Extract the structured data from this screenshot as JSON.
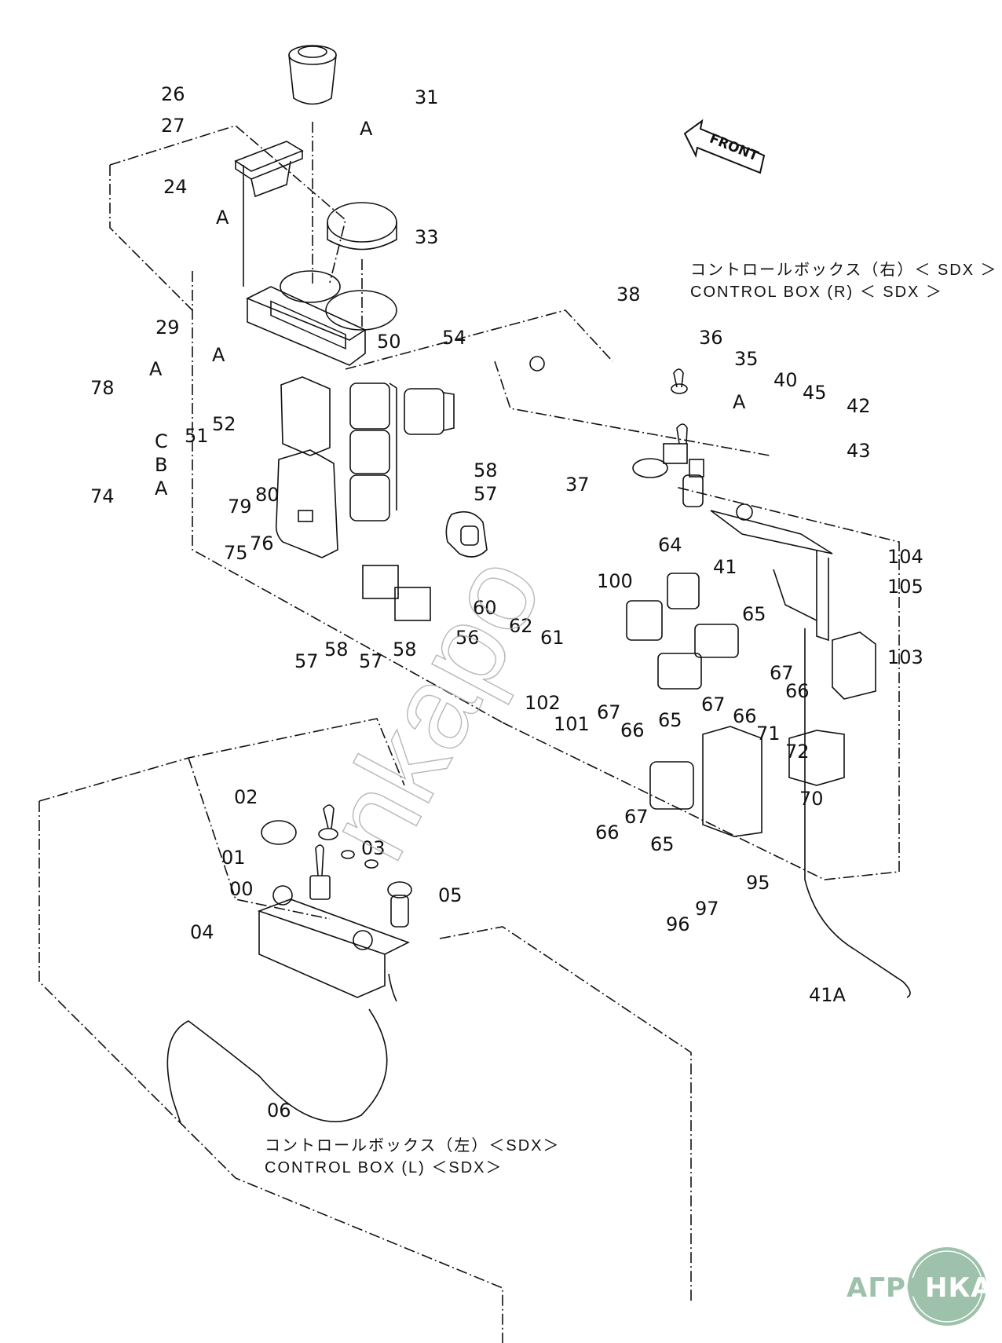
{
  "diagram": {
    "title_right_jp": "コントロールボックス（右）＜ SDX ＞",
    "title_right_en": "CONTROL  BOX (R) ＜ SDX ＞",
    "title_left_jp": "コントロールボックス（左）＜SDX＞",
    "title_left_en": "CONTROL  BOX (L) ＜SDX＞",
    "front_arrow": "FRONT",
    "watermark": "nkapo",
    "logo": {
      "left": "АГРО",
      "right": "НКА",
      "color": "#9dc1aa"
    },
    "part_labels": {
      "p26": "26",
      "p27": "27",
      "p24": "24",
      "p31": "31",
      "p33": "33",
      "p29": "29",
      "p38": "38",
      "p36": "36",
      "p35": "35",
      "p40": "40",
      "p45": "45",
      "p42": "42",
      "p43": "43",
      "p37": "37",
      "p50": "50",
      "p54": "54",
      "p58a": "58",
      "p57a": "57",
      "p78": "78",
      "p51": "51",
      "p52": "52",
      "p79": "79",
      "p80": "80",
      "p74": "74",
      "p75": "75",
      "p76": "76",
      "p60": "60",
      "p62": "62",
      "p61": "61",
      "p56": "56",
      "p57b": "57",
      "p58b": "58",
      "p58c": "58",
      "p57c": "57",
      "p64": "64",
      "p100": "100",
      "p41": "41",
      "p104": "104",
      "p105": "105",
      "p65a": "65",
      "p103": "103",
      "p67a": "67",
      "p66a": "66",
      "p102": "102",
      "p101": "101",
      "p67b": "67",
      "p66b": "66",
      "p65b": "65",
      "p67c": "67",
      "p66c": "66",
      "p71": "71",
      "p72": "72",
      "p70": "70",
      "p66d": "66",
      "p67d": "67",
      "p65c": "65",
      "p95": "95",
      "p96": "96",
      "p97": "97",
      "p41A": "41A",
      "p02": "02",
      "p01": "01",
      "p03": "03",
      "p00": "00",
      "p05": "05",
      "p04": "04",
      "p06": "06"
    },
    "group_letters": {
      "a31": "A",
      "a24": "A",
      "a29": "A",
      "a78": "A",
      "c74": "C",
      "b74": "B",
      "a74": "A",
      "a40": "A"
    }
  }
}
